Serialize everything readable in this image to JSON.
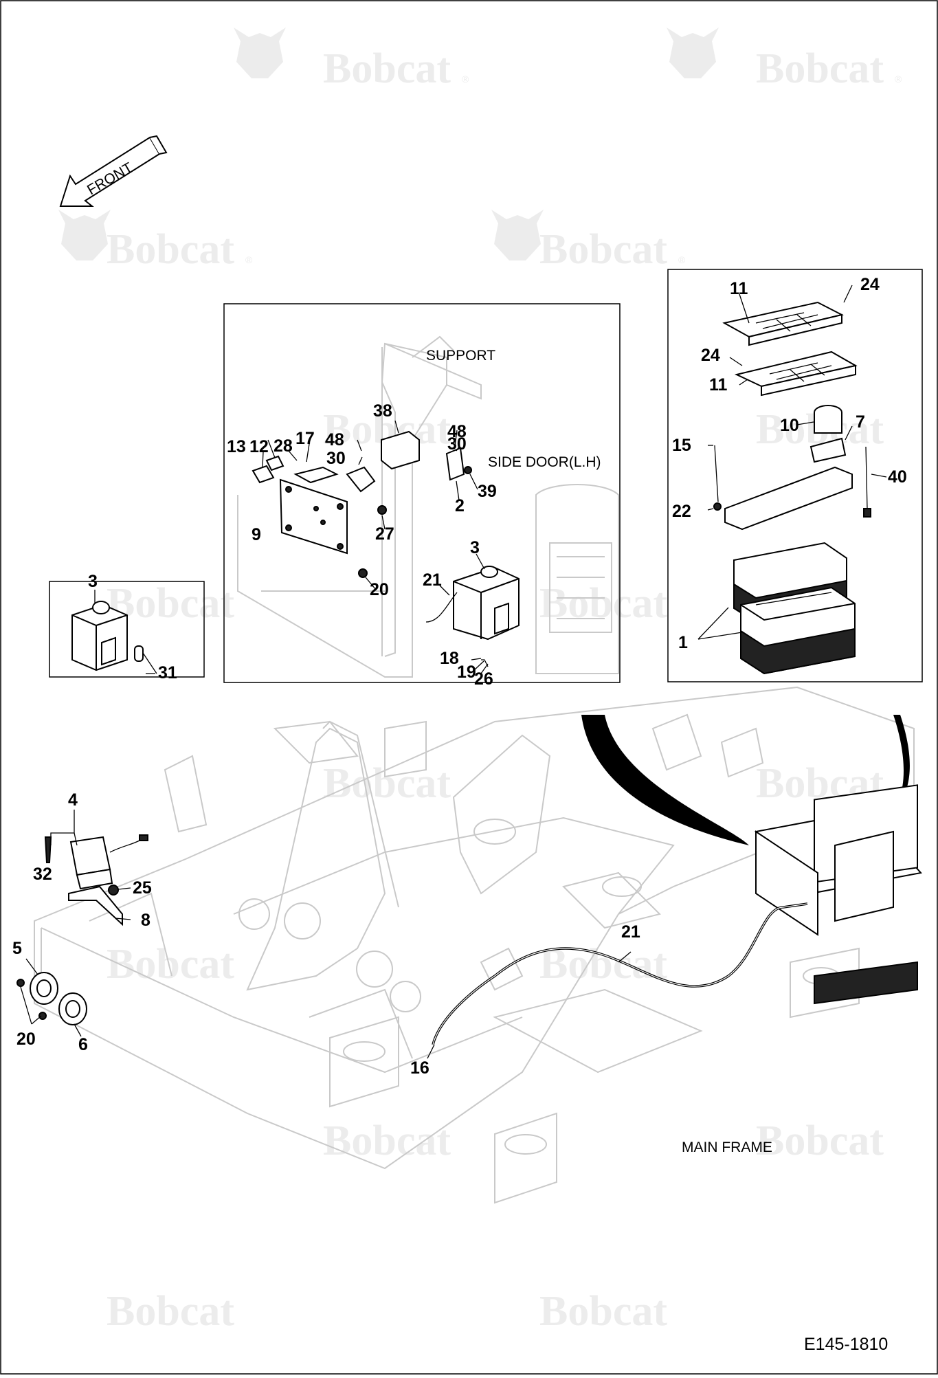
{
  "watermark": {
    "brand": "Bobcat",
    "registered": "®"
  },
  "arrow": {
    "label": "FRONT"
  },
  "labels": {
    "support": "SUPPORT",
    "side_door": "SIDE DOOR(L.H)",
    "main_frame": "MAIN FRAME"
  },
  "drawing_code": "E145-1810",
  "callouts": {
    "c1": "1",
    "c2": "2",
    "c3a": "3",
    "c3b": "3",
    "c4": "4",
    "c5": "5",
    "c6": "6",
    "c7": "7",
    "c8": "8",
    "c9": "9",
    "c10": "10",
    "c11a": "11",
    "c11b": "11",
    "c12": "12",
    "c13": "13",
    "c15": "15",
    "c16": "16",
    "c17": "17",
    "c18": "18",
    "c19": "19",
    "c20a": "20",
    "c20b": "20",
    "c21a": "21",
    "c21b": "21",
    "c22": "22",
    "c24a": "24",
    "c24b": "24",
    "c25": "25",
    "c26": "26",
    "c27": "27",
    "c28": "28",
    "c30a": "30",
    "c30b": "30",
    "c31": "31",
    "c32": "32",
    "c38": "38",
    "c39": "39",
    "c40": "40",
    "c48a": "48",
    "c48b": "48"
  },
  "colors": {
    "line": "#000000",
    "watermark": "#ececec",
    "ghost_frame": "#c9c9c9"
  }
}
